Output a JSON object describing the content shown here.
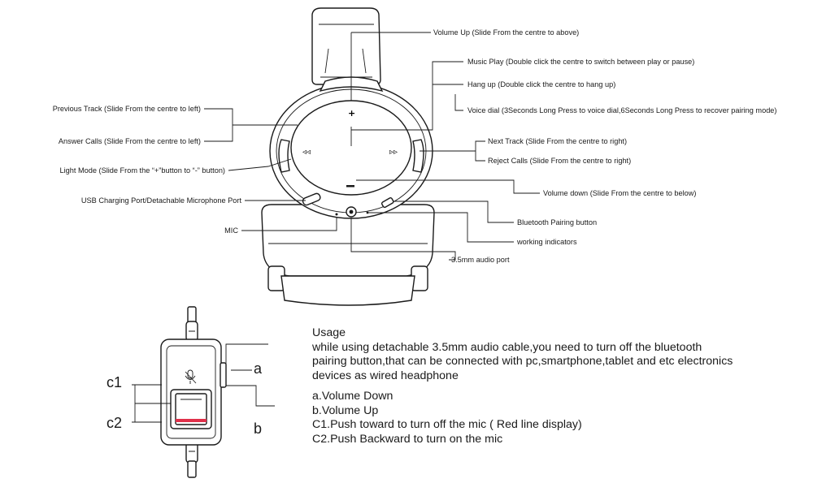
{
  "callouts": {
    "volume_up": "Volume Up (Slide From the centre to above)",
    "music_play": "Music Play (Double click the centre to switch between play or pause)",
    "hang_up": "Hang up (Double click the centre to hang up)",
    "voice_dial": "Voice dial (3Seconds Long Press to voice dial,6Seconds Long Press to recover pairing mode)",
    "previous_track": "Previous Track (Slide From the centre to left)",
    "answer_calls": "Answer Calls (Slide From the centre to left)",
    "light_mode": "Light Mode (Slide From the “+”button to “-” button)",
    "usb_port": "USB Charging Port/Detachable Microphone Port",
    "mic": "MIC",
    "next_track": "Next Track (Slide From the centre to right)",
    "reject_calls": "Reject Calls (Slide From the centre to right)",
    "volume_down": "Volume down (Slide From the centre to below)",
    "bluetooth_pairing": "Bluetooth Pairing button",
    "working_indicators": "working indicators",
    "audio_port": "3.5mm audio port"
  },
  "controller": {
    "label_a": "a",
    "label_b": "b",
    "label_c1": "c1",
    "label_c2": "c2"
  },
  "usage": {
    "heading": "Usage",
    "intro_lines": [
      "while using detachable 3.5mm audio cable,you need to turn off the bluetooth",
      "pairing button,that can be connected with pc,smartphone,tablet and etc electronics",
      "devices as wired headphone"
    ],
    "items": [
      "a.Volume Down",
      "b.Volume Up",
      "C1.Push toward to turn off the mic ( Red line display)",
      "C2.Push Backward to turn on the mic"
    ]
  },
  "colors": {
    "line": "#1a1a1a",
    "mic_indicator": "#e0304a"
  }
}
